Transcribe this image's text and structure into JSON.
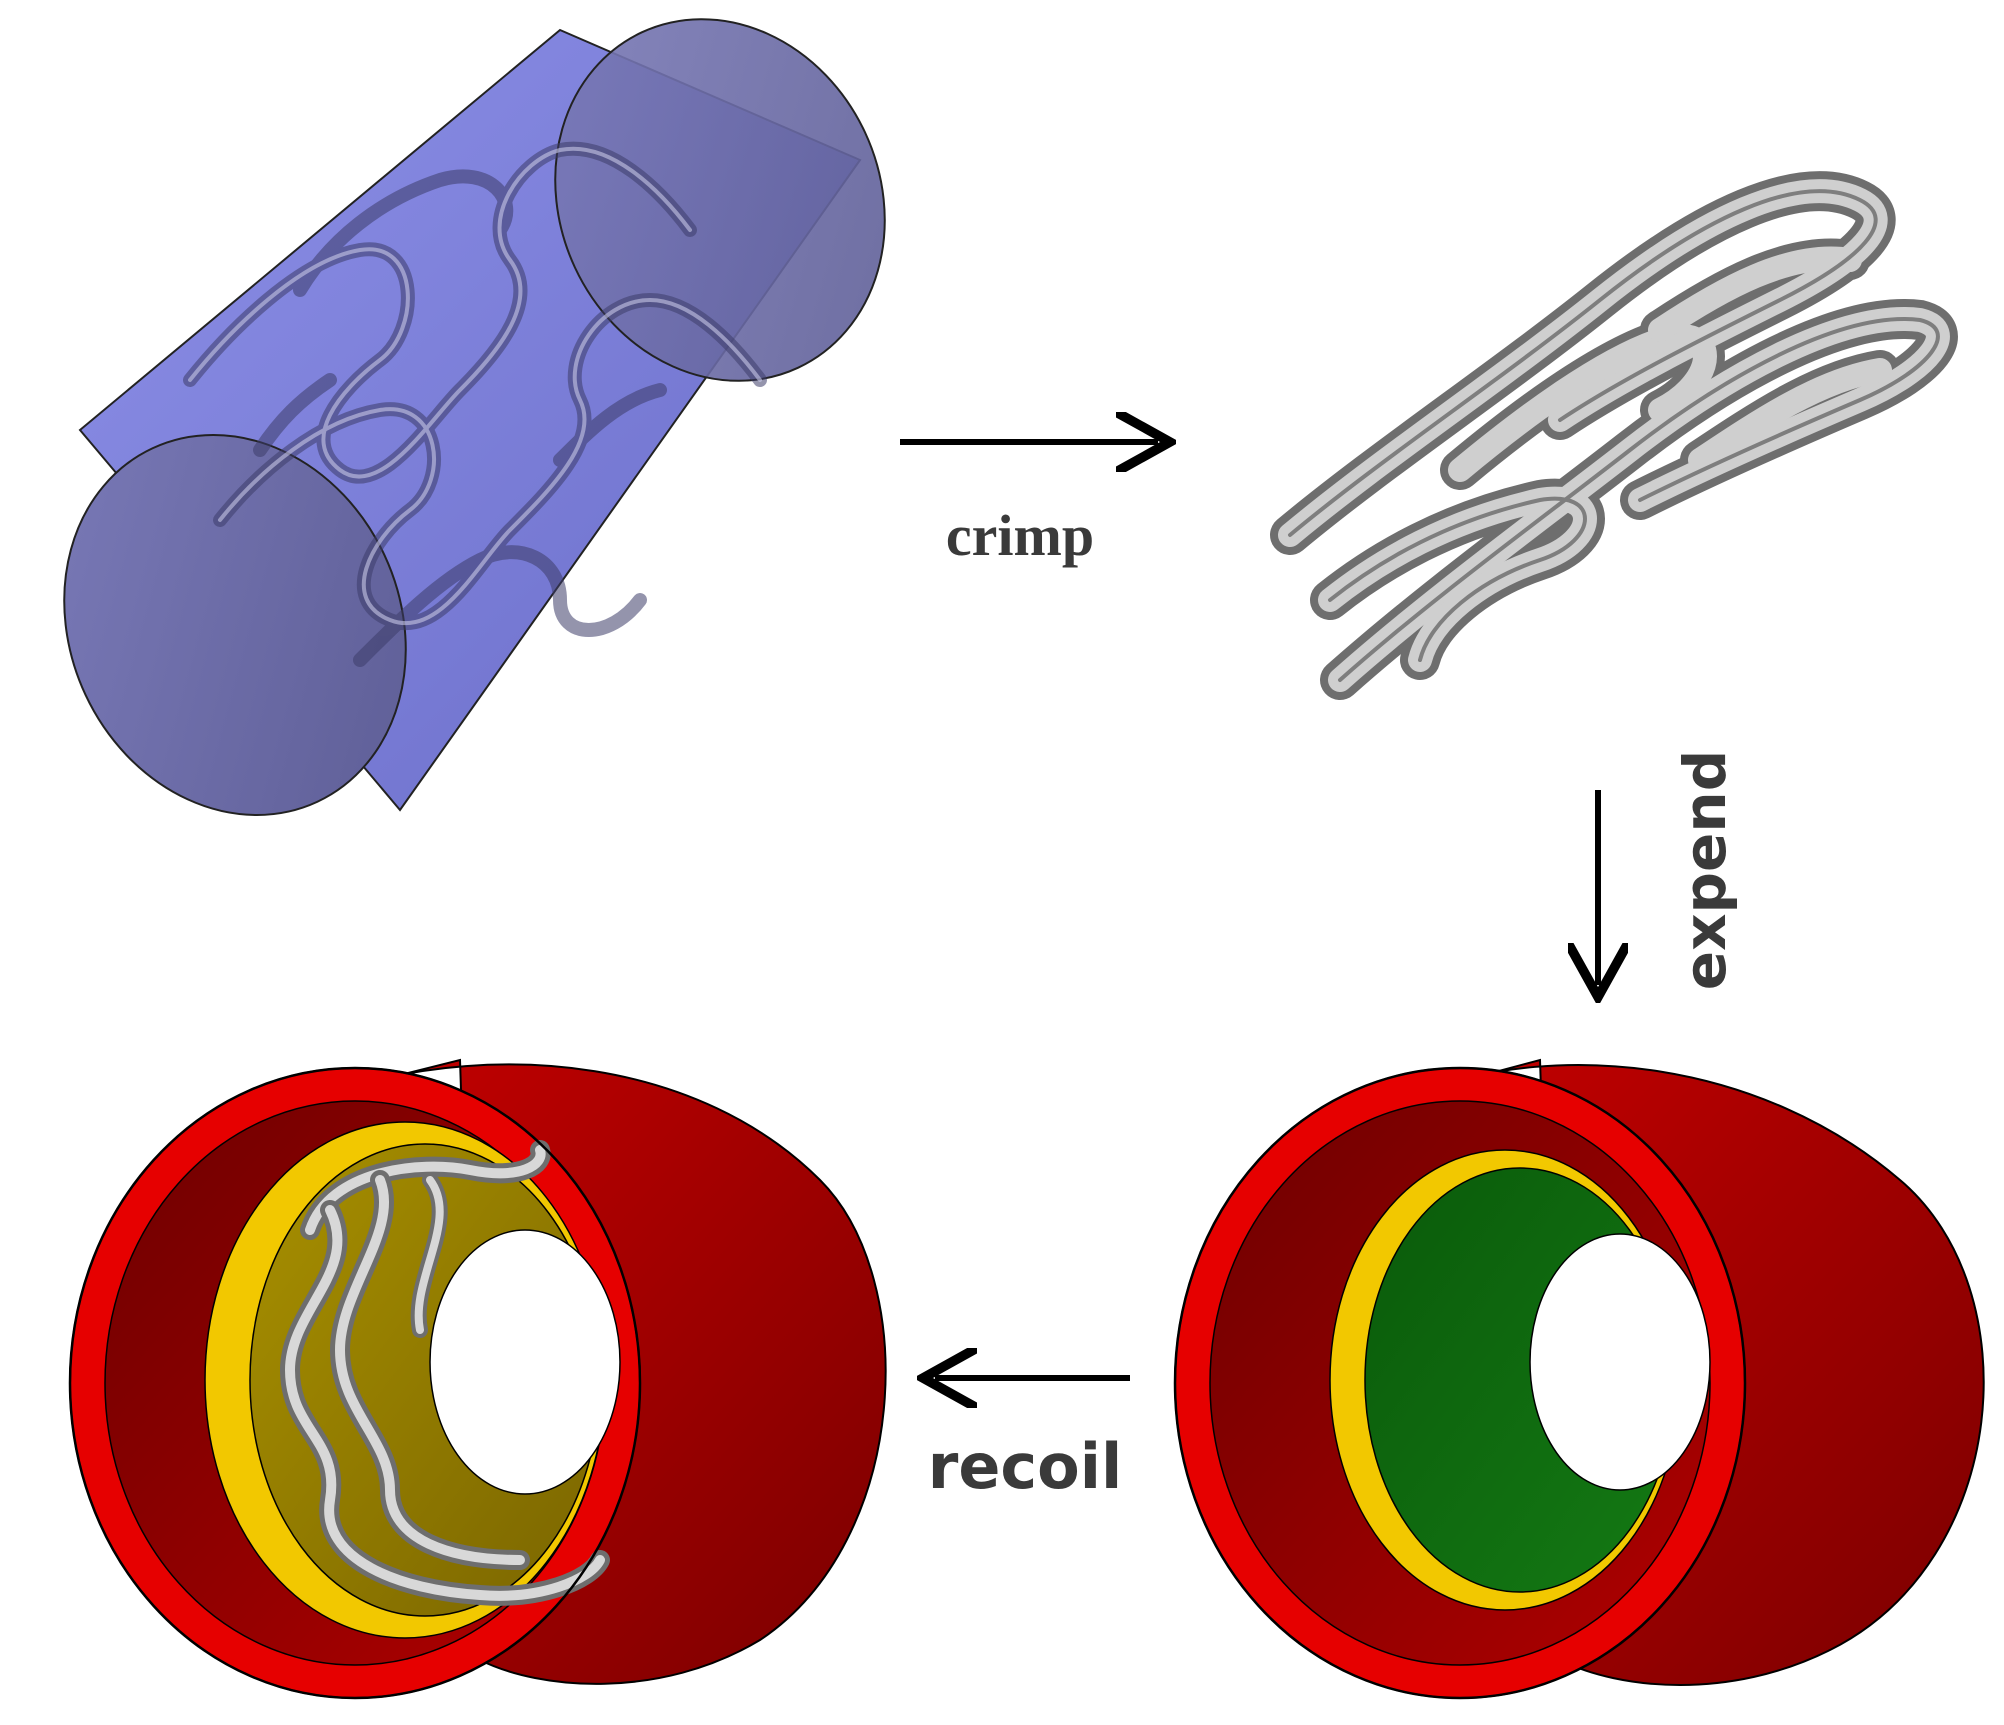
{
  "steps": {
    "crimp": "crimp",
    "expand": "expend",
    "recoil": "recoil"
  },
  "colors": {
    "sheath": "#7b7fe0",
    "stent": "#b9b9b9",
    "artery": "#e10000",
    "plaque": "#f2c800",
    "balloon": "#0b6a0b",
    "arrow": "#000000",
    "label": "#3a3a3a"
  }
}
